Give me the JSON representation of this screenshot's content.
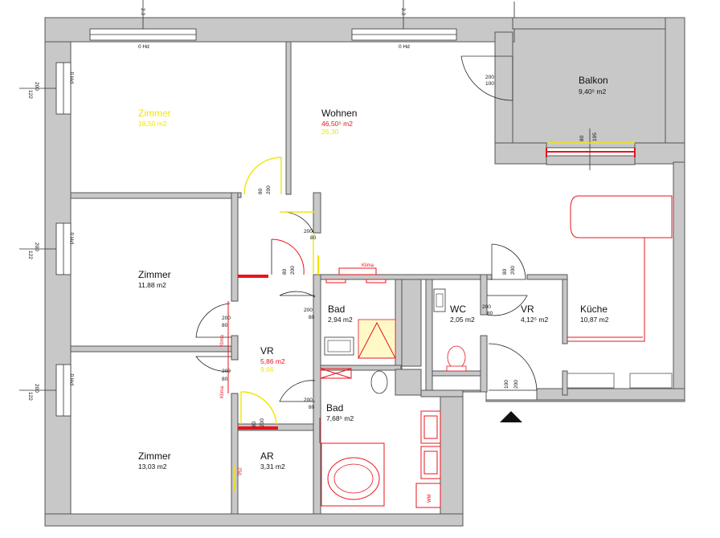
{
  "rooms": {
    "zimmer1": {
      "name": "Zimmer",
      "area": "18,50 m2"
    },
    "wohnen": {
      "name": "Wohnen",
      "area": "46,50⁵ m2",
      "sub": "26,30"
    },
    "balkon": {
      "name": "Balkon",
      "area": "9,40⁵ m2"
    },
    "zimmer2": {
      "name": "Zimmer",
      "area": "11,88 m2"
    },
    "bad1": {
      "name": "Bad",
      "area": "2,94 m2"
    },
    "wc": {
      "name": "WC",
      "area": "2,05 m2"
    },
    "vr1": {
      "name": "VR",
      "area": "4,12⁵ m2"
    },
    "kueche": {
      "name": "Küche",
      "area": "10,87 m2"
    },
    "vr2": {
      "name": "VR",
      "area": "5,86 m2",
      "sub": "9,66"
    },
    "bad2": {
      "name": "Bad",
      "area": "7,68⁵ m2"
    },
    "zimmer3": {
      "name": "Zimmer",
      "area": "13,03 m2"
    },
    "ar": {
      "name": "AR",
      "area": "3,31 m2"
    }
  },
  "labels": {
    "window_top_left": "0 Hd",
    "window_top_right": "0 Hd",
    "window_w_1": "200",
    "window_w_1b": "122",
    "window_w_2": "200",
    "window_w_2b": "122",
    "window_w_3": "200",
    "window_w_3b": "122",
    "ph": "PH 0",
    "top_mark_left": "2.3",
    "top_mark_right": "2.3",
    "door_balkon": "200",
    "door_balkon_b": "100",
    "balkon_door_80": "80",
    "balkon_door_195": "195",
    "d_80": "80",
    "d_200": "200",
    "d_100": "100",
    "d_250": "250",
    "klima": "Klima",
    "wm": "WM"
  }
}
